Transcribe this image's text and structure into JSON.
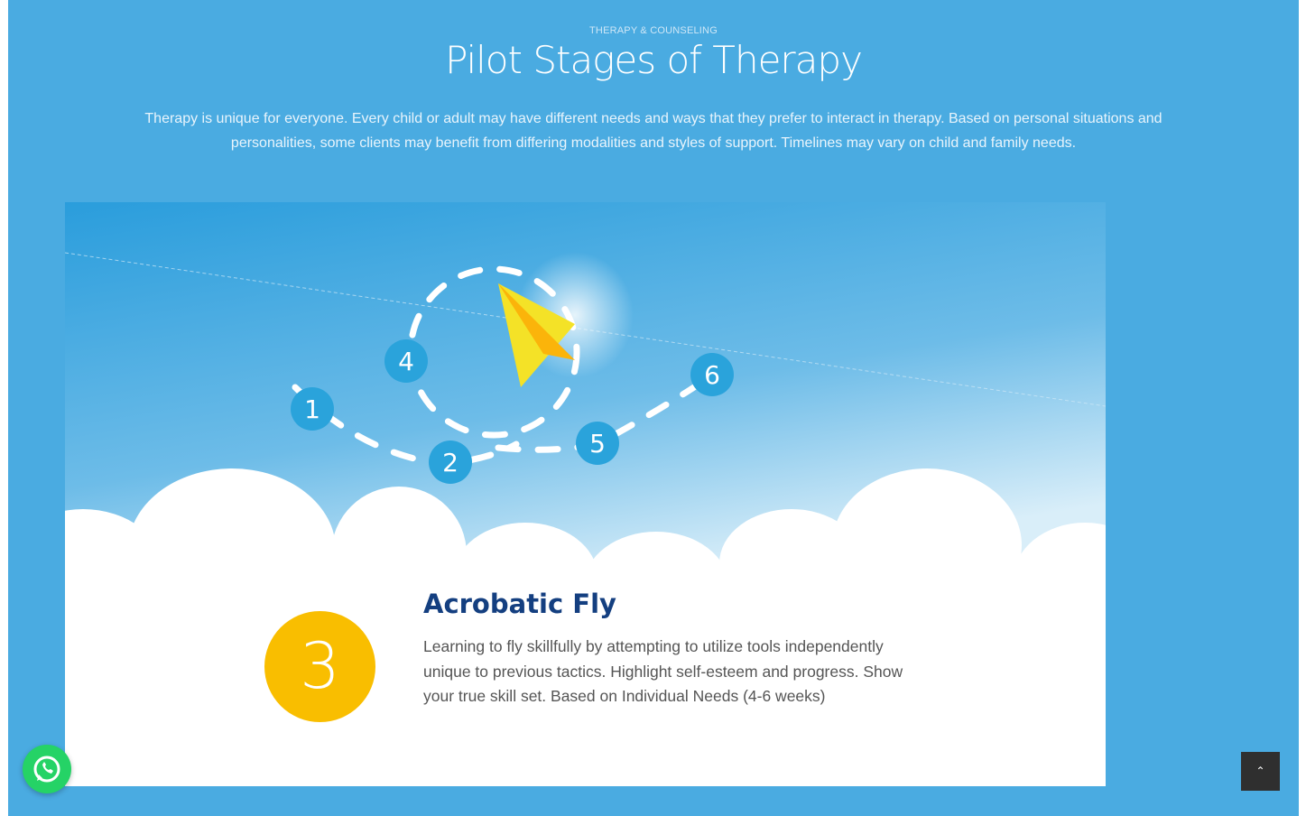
{
  "header": {
    "eyebrow": "THERAPY & COUNSELING",
    "title": "Pilot Stages of Therapy",
    "intro": "Therapy is unique for everyone. Every child or adult may have different needs and ways that they prefer to interact in therapy. Based on personal situations and personalities, some clients may benefit from differing modalities and styles of support. Timelines may vary on child and family needs."
  },
  "illustration": {
    "path_markers": [
      "1",
      "2",
      "4",
      "5",
      "6"
    ],
    "stage": {
      "number": "3",
      "title": "Acrobatic Fly",
      "description": "Learning to fly skillfully by attempting to utilize tools independently unique to previous tactics.  Highlight self-esteem and progress. Show your true skill set.  Based on Individual Needs (4-6 weeks)"
    }
  },
  "floating": {
    "whatsapp_icon": "whatsapp-icon",
    "back_to_top_glyph": "⌃"
  },
  "colors": {
    "background": "#4aabe1",
    "badge": "#f9be00",
    "title": "#143f80",
    "marker": "#2aa3db",
    "whatsapp": "#25d366"
  }
}
